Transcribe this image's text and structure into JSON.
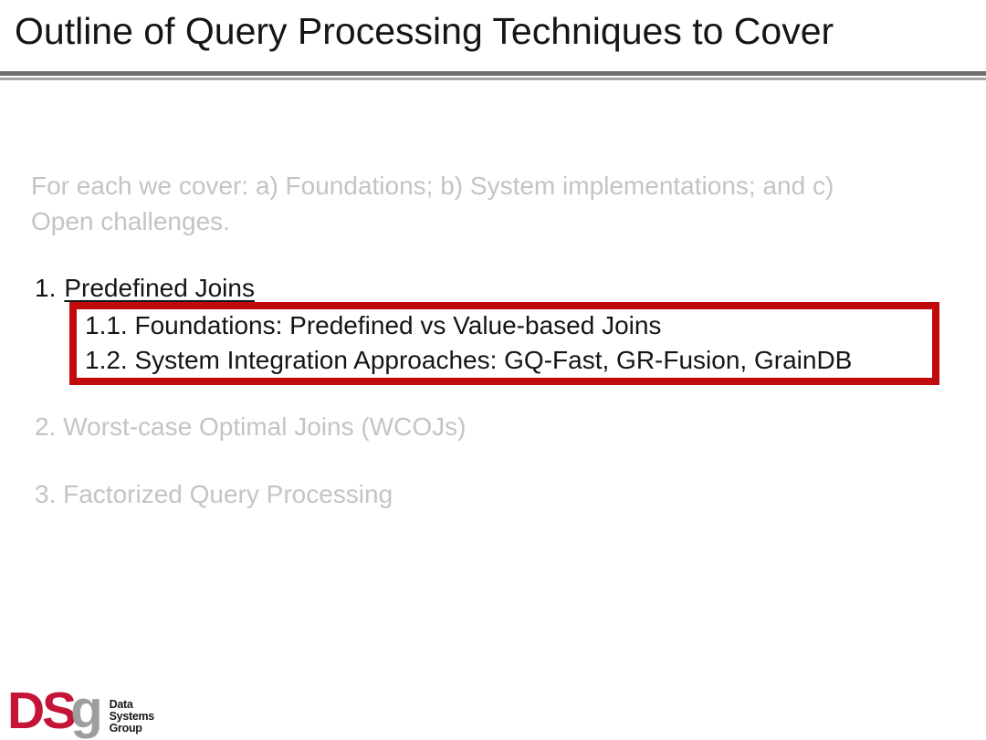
{
  "slide": {
    "title": "Outline of Query Processing Techniques to Cover",
    "intro_line1": "For each we cover: a) Foundations; b) System implementations; and c)",
    "intro_line2": "Open challenges."
  },
  "outline": {
    "item1_number": "1.",
    "item1_label": "Predefined Joins",
    "item1_sub1": "1.1. Foundations: Predefined vs Value-based Joins",
    "item1_sub2": "1.2. System Integration Approaches: GQ-Fast, GR-Fusion, GrainDB",
    "item2": "2. Worst-case Optimal Joins (WCOJs)",
    "item3": "3. Factorized Query Processing"
  },
  "colors": {
    "highlight_box_red": "#c00a0c",
    "muted_gray_text": "#c4c4c4",
    "divider_gray_dark": "#6f6f6f",
    "divider_gray_light": "#a3a3a3",
    "logo_red": "#c41437",
    "logo_gray": "#9e9ea0"
  },
  "logo": {
    "ds": "DS",
    "g": "g",
    "line1": "Data",
    "line2": "Systems",
    "line3": "Group"
  }
}
